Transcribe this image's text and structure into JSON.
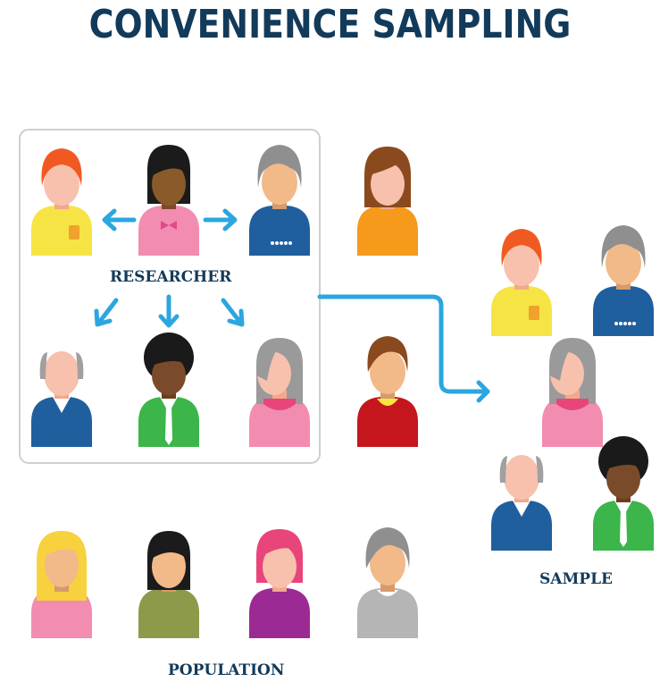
{
  "title": "CONVENIENCE SAMPLING",
  "labels": {
    "researcher": "RESEARCHER",
    "population": "POPULATION",
    "sample": "SAMPLE"
  },
  "colors": {
    "title": "#123a5a",
    "arrow": "#2ba6e0",
    "box_border": "#c9c9c9"
  },
  "icons": [
    "researcher-icon",
    "person-icon",
    "arrow-icon"
  ]
}
